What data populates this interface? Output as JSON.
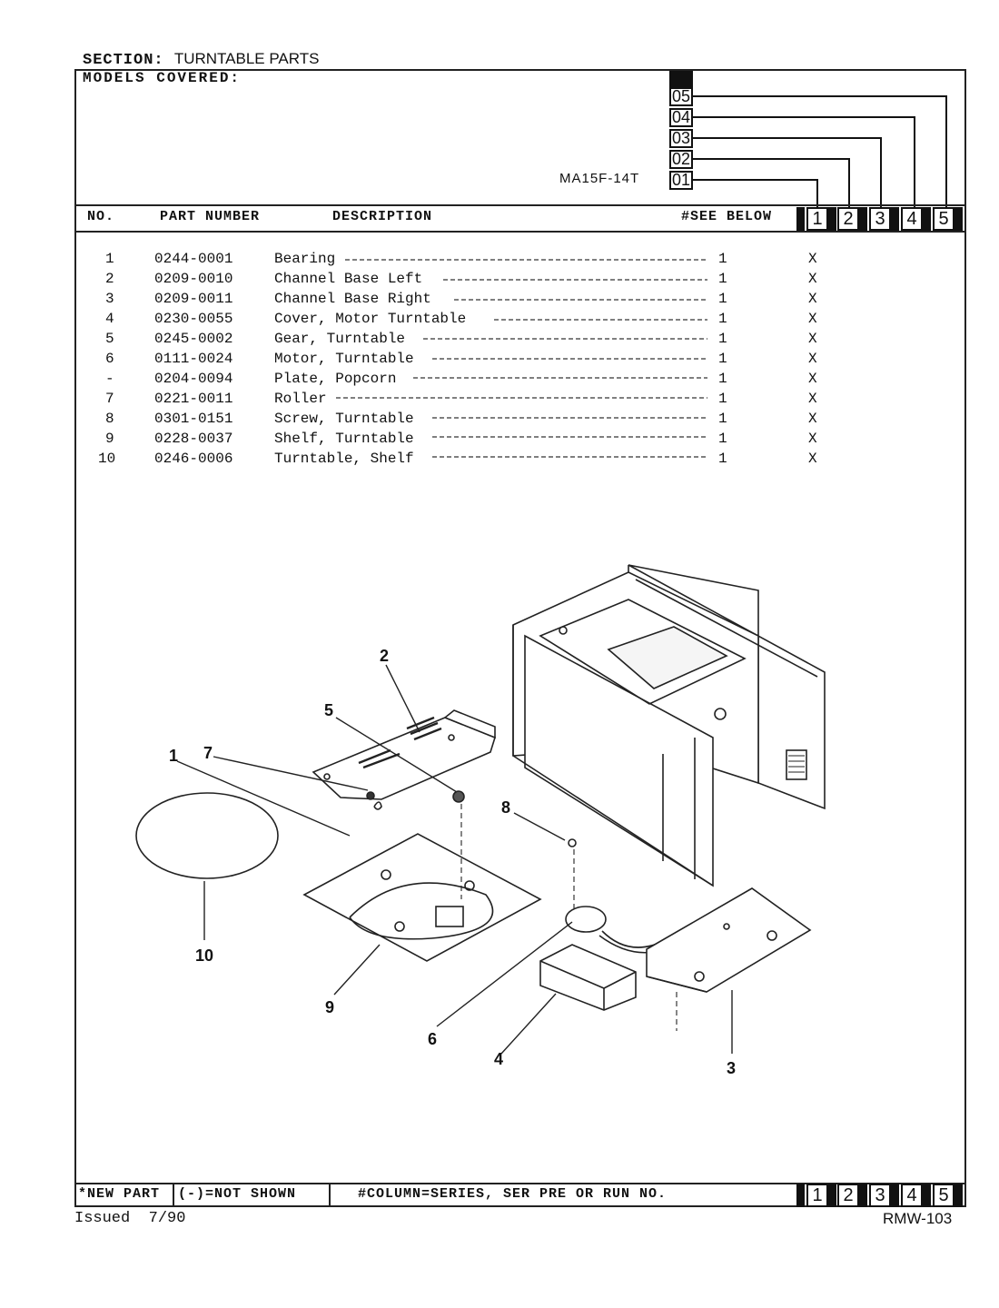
{
  "header": {
    "section_label": "SECTION:",
    "section_value": "TURNTABLE PARTS",
    "models_label": "MODELS COVERED:",
    "model_name": "MA15F-14T",
    "series_labels": [
      "05",
      "04",
      "03",
      "02",
      "01"
    ]
  },
  "table": {
    "col_no": "NO.",
    "col_part": "PART NUMBER",
    "col_desc": "DESCRIPTION",
    "col_see": "#SEE BELOW",
    "column_numbers": [
      "1",
      "2",
      "3",
      "4",
      "5"
    ],
    "rows": [
      {
        "no": "1",
        "part": "0244-0001",
        "desc": "Bearing",
        "qty": "1",
        "mark": "X"
      },
      {
        "no": "2",
        "part": "0209-0010",
        "desc": "Channel Base Left",
        "qty": "1",
        "mark": "X"
      },
      {
        "no": "3",
        "part": "0209-0011",
        "desc": "Channel Base Right",
        "qty": "1",
        "mark": "X"
      },
      {
        "no": "4",
        "part": "0230-0055",
        "desc": "Cover, Motor Turntable",
        "qty": "1",
        "mark": "X"
      },
      {
        "no": "5",
        "part": "0245-0002",
        "desc": "Gear, Turntable",
        "qty": "1",
        "mark": "X"
      },
      {
        "no": "6",
        "part": "0111-0024",
        "desc": "Motor, Turntable",
        "qty": "1",
        "mark": "X"
      },
      {
        "no": "-",
        "part": "0204-0094",
        "desc": "Plate, Popcorn",
        "qty": "1",
        "mark": "X"
      },
      {
        "no": "7",
        "part": "0221-0011",
        "desc": "Roller",
        "qty": "1",
        "mark": "X"
      },
      {
        "no": "8",
        "part": "0301-0151",
        "desc": "Screw, Turntable",
        "qty": "1",
        "mark": "X"
      },
      {
        "no": "9",
        "part": "0228-0037",
        "desc": "Shelf, Turntable",
        "qty": "1",
        "mark": "X"
      },
      {
        "no": "10",
        "part": "0246-0006",
        "desc": "Turntable, Shelf",
        "qty": "1",
        "mark": "X"
      }
    ]
  },
  "diagram": {
    "callouts": [
      "2",
      "5",
      "7",
      "1",
      "8",
      "10",
      "9",
      "6",
      "4",
      "3"
    ]
  },
  "footer": {
    "new_part": "*NEW PART",
    "not_shown": "(-)=NOT SHOWN",
    "column_note": "#COLUMN=SERIES, SER PRE OR RUN NO.",
    "column_numbers": [
      "1",
      "2",
      "3",
      "4",
      "5"
    ],
    "issued": "Issued  7/90",
    "doc_no": "RMW-103"
  }
}
